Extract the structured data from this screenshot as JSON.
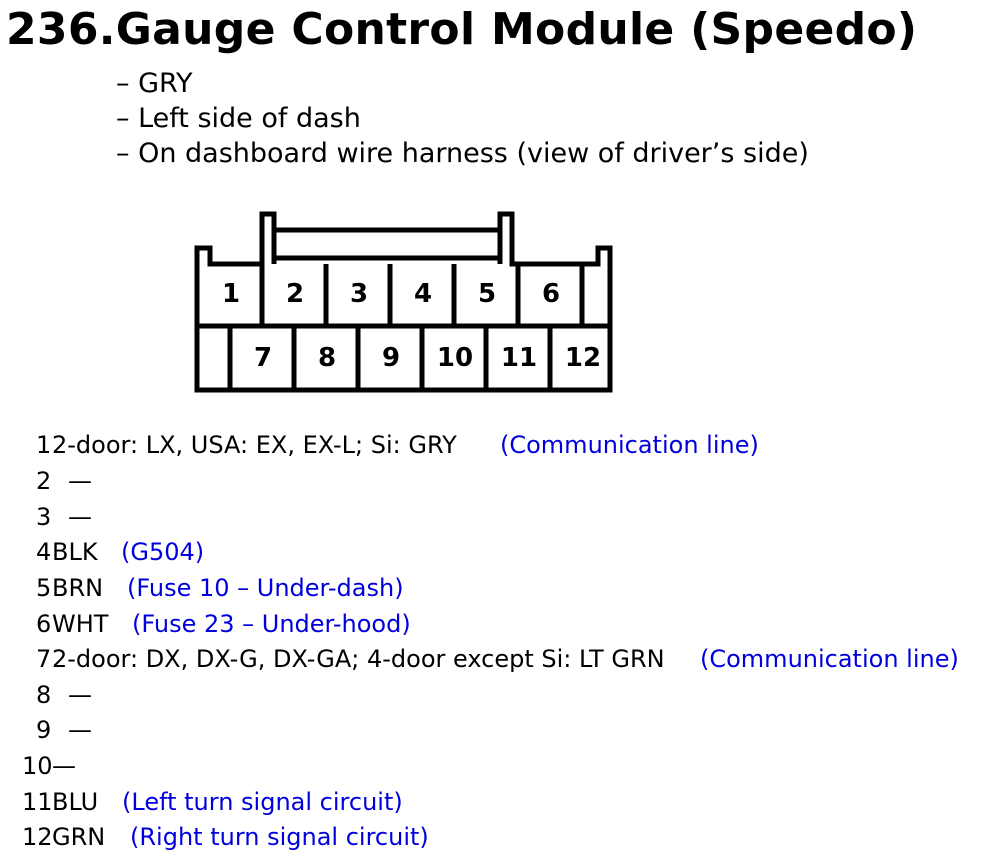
{
  "title": "236.Gauge Control Module (Speedo)",
  "bullets": [
    "– GRY",
    "– Left side of dash",
    "– On dashboard wire harness (view of driver’s side)"
  ],
  "connector": {
    "top_row": [
      "1",
      "2",
      "3",
      "4",
      "5",
      "6"
    ],
    "bottom_row": [
      "7",
      "8",
      "9",
      "10",
      "11",
      "12"
    ]
  },
  "pins": [
    {
      "num": "1",
      "wire": "2-door: LX, USA: EX, EX-L; Si: GRY",
      "desc": "(Communication line)"
    },
    {
      "num": "2",
      "wire": "—",
      "desc": ""
    },
    {
      "num": "3",
      "wire": "—",
      "desc": ""
    },
    {
      "num": "4",
      "wire": "BLK",
      "desc": "(G504)"
    },
    {
      "num": "5",
      "wire": "BRN",
      "desc": "(Fuse 10 – Under-dash)"
    },
    {
      "num": "6",
      "wire": "WHT",
      "desc": "(Fuse 23 – Under-hood)"
    },
    {
      "num": "7",
      "wire": "2-door: DX, DX-G, DX-GA; 4-door except Si: LT GRN",
      "desc": "(Communication line)"
    },
    {
      "num": "8",
      "wire": "—",
      "desc": ""
    },
    {
      "num": "9",
      "wire": "—",
      "desc": ""
    },
    {
      "num": "10",
      "wire": "—",
      "desc": ""
    },
    {
      "num": "11",
      "wire": "BLU",
      "desc": "(Left turn signal circuit)"
    },
    {
      "num": "12",
      "wire": "GRN",
      "desc": "(Right turn signal circuit)"
    }
  ]
}
